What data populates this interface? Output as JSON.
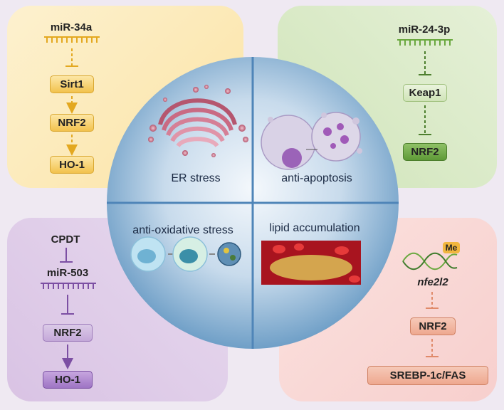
{
  "top_left": {
    "mirna": "miR-34a",
    "boxes": [
      "Sirt1",
      "NRF2",
      "HO-1"
    ],
    "color": "#e3a820"
  },
  "top_right": {
    "mirna": "miR-24-3p",
    "boxes": [
      "Keap1",
      "NRF2"
    ],
    "color": "#6aa83f"
  },
  "bottom_left": {
    "top_label": "CPDT",
    "mirna": "miR-503",
    "boxes": [
      "NRF2",
      "HO-1"
    ],
    "color": "#7c4fa3"
  },
  "bottom_right": {
    "methyl_badge": "Me",
    "gene": "nfe2l2",
    "boxes": [
      "NRF2",
      "SREBP-1c/FAS"
    ],
    "color": "#e08a6a"
  },
  "center": {
    "q1": "ER stress",
    "q2": "anti-apoptosis",
    "q3": "anti-oxidative stress",
    "q4": "lipid accumulation"
  }
}
